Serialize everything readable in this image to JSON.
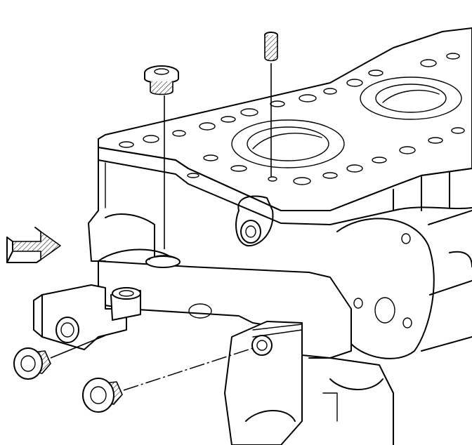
{
  "diagram": {
    "colors": {
      "line": "#000000",
      "background": "#ffffff"
    },
    "parts": [
      {
        "id": "oil-gallery-plug-top",
        "icon": "threaded-plug-icon"
      },
      {
        "id": "dowel-pin",
        "icon": "dowel-pin-icon"
      },
      {
        "id": "oil-gallery-plug-lower-left",
        "icon": "threaded-plug-icon"
      },
      {
        "id": "oil-gallery-plug-lower-center",
        "icon": "threaded-plug-icon"
      }
    ],
    "arrow": {
      "icon": "front-direction-arrow-icon",
      "direction": "right"
    }
  }
}
